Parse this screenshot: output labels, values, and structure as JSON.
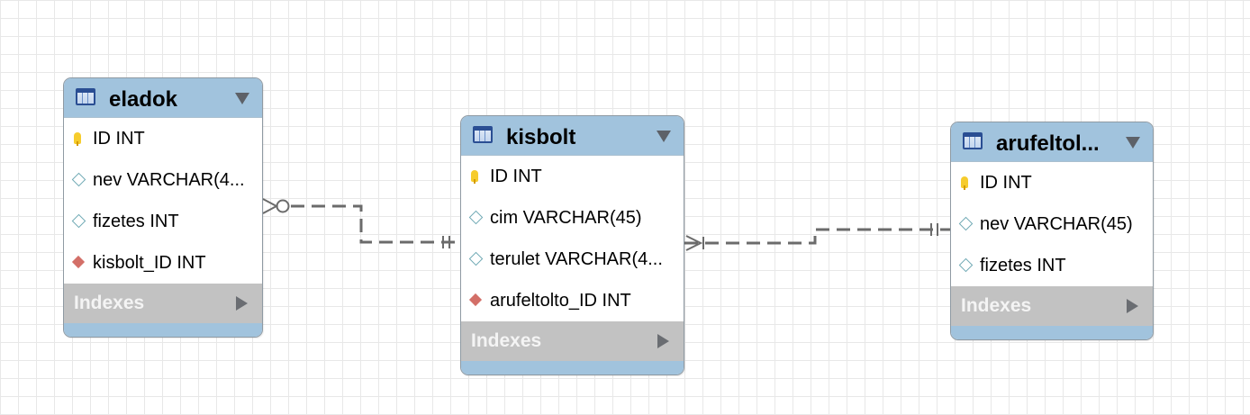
{
  "colors": {
    "header_bg": "#a1c3dd",
    "indexes_bg": "#c2c2c2",
    "connector": "#6b6b6b",
    "primary_key": "#f6cc2d",
    "foreign_key": "#d36f68",
    "attribute": "#6fa9b4"
  },
  "tables": [
    {
      "title": "eladok",
      "icon": "table-icon",
      "columns": [
        {
          "icon": "primary-key-icon",
          "label": "ID INT"
        },
        {
          "icon": "attribute-icon",
          "label": "nev VARCHAR(4..."
        },
        {
          "icon": "attribute-icon",
          "label": "fizetes INT"
        },
        {
          "icon": "foreign-key-icon",
          "label": "kisbolt_ID INT"
        }
      ],
      "indexes_label": "Indexes"
    },
    {
      "title": "kisbolt",
      "icon": "table-icon",
      "columns": [
        {
          "icon": "primary-key-icon",
          "label": "ID INT"
        },
        {
          "icon": "attribute-icon",
          "label": "cim VARCHAR(45)"
        },
        {
          "icon": "attribute-icon",
          "label": "terulet VARCHAR(4..."
        },
        {
          "icon": "foreign-key-icon",
          "label": "arufeltolto_ID INT"
        }
      ],
      "indexes_label": "Indexes"
    },
    {
      "title": "arufeltol...",
      "icon": "table-icon",
      "columns": [
        {
          "icon": "primary-key-icon",
          "label": "ID INT"
        },
        {
          "icon": "attribute-icon",
          "label": "nev VARCHAR(45)"
        },
        {
          "icon": "attribute-icon",
          "label": "fizetes INT"
        }
      ],
      "indexes_label": "Indexes"
    }
  ],
  "relationships": [
    {
      "from": "eladok",
      "from_cardinality": "zero-or-many",
      "to": "kisbolt",
      "to_cardinality": "one-and-only-one",
      "style": "dashed"
    },
    {
      "from": "kisbolt",
      "from_cardinality": "one-or-many",
      "to": "arufeltol...",
      "to_cardinality": "one-and-only-one",
      "style": "dashed"
    }
  ]
}
